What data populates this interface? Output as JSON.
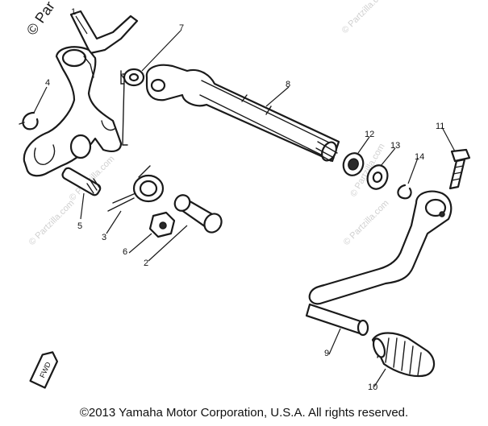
{
  "copyright_footer": "©2013 Yamaha Motor Corporation, U.S.A. All rights reserved.",
  "watermarks": {
    "corner": "© Par",
    "repeat": "© Partzilla.com"
  },
  "fwd_mark": "FWD",
  "callouts": [
    "1",
    "2",
    "3",
    "4",
    "5",
    "6",
    "7",
    "8",
    "9",
    "10",
    "11",
    "12",
    "13",
    "14"
  ]
}
